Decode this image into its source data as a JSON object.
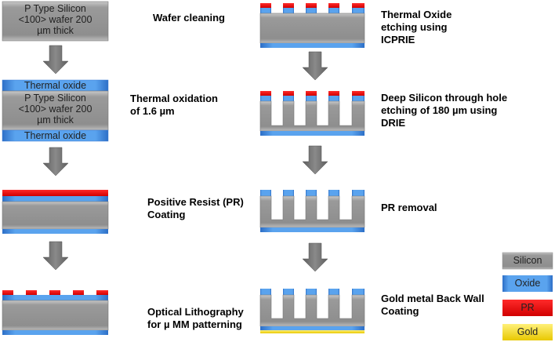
{
  "colors": {
    "silicon": "#9a9a9a",
    "oxide": "#4a90e2",
    "pr": "#e00000",
    "gold": "#f2d600",
    "arrow": "#777777"
  },
  "steps": {
    "s1": "Wafer cleaning",
    "s2_l1": "Thermal oxidation",
    "s2_l2": "of 1.6 µm",
    "s3_l1": "Positive Resist (PR)",
    "s3_l2": "Coating",
    "s4_l1": "Optical Lithography",
    "s4_l2": "for µ MM patterning",
    "s5_l1": "Thermal Oxide",
    "s5_l2": "etching using",
    "s5_l3": "ICPRIE",
    "s6_l1": "Deep Silicon through hole",
    "s6_l2": "etching of 180 µm using",
    "s6_l3": "DRIE",
    "s7": "PR removal",
    "s8_l1": "Gold metal Back Wall",
    "s8_l2": "Coating"
  },
  "wafer_text": {
    "l1": "P Type Silicon",
    "l2": "<100> wafer 200",
    "l3": "µm thick",
    "oxide": "Thermal oxide"
  },
  "legend": {
    "silicon": "Silicon",
    "oxide": "Oxide",
    "pr": "PR",
    "gold": "Gold"
  }
}
